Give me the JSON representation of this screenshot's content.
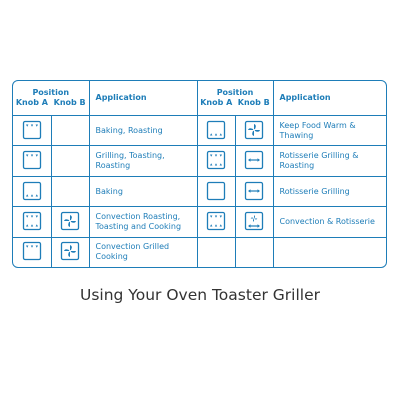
{
  "table": {
    "position_header": "Position",
    "knob_a_header": "Knob A",
    "knob_b_header": "Knob B",
    "application_header": "Application",
    "left_rows": [
      {
        "knob_a": "top-heat-icon",
        "knob_b": "",
        "application": "Baking, Roasting"
      },
      {
        "knob_a": "top-heat-icon",
        "knob_b": "",
        "application": "Grilling, Toasting, Roasting"
      },
      {
        "knob_a": "bottom-heat-icon",
        "knob_b": "",
        "application": "Baking"
      },
      {
        "knob_a": "top-bottom-heat-icon",
        "knob_b": "fan-icon",
        "application": "Convection Roasting, Toasting and Cooking"
      },
      {
        "knob_a": "top-heat-icon",
        "knob_b": "fan-icon",
        "application": "Convection Grilled Cooking"
      }
    ],
    "right_rows": [
      {
        "knob_a": "bottom-heat-icon",
        "knob_b": "fan-icon",
        "application": "Keep Food Warm & Thawing"
      },
      {
        "knob_a": "top-bottom-heat-icon",
        "knob_b": "rotisserie-icon",
        "application": "Rotisserie Grilling & Roasting"
      },
      {
        "knob_a": "oven-icon",
        "knob_b": "rotisserie-icon",
        "application": "Rotisserie Grilling"
      },
      {
        "knob_a": "top-bottom-heat-icon",
        "knob_b": "fan-rotisserie-icon",
        "application": "Convection & Rotisserie"
      },
      {
        "knob_a": "",
        "knob_b": "",
        "application": ""
      }
    ]
  },
  "caption": "Using Your Oven Toaster Griller",
  "colors": {
    "accent": "#1e7db8",
    "caption": "#333333"
  }
}
